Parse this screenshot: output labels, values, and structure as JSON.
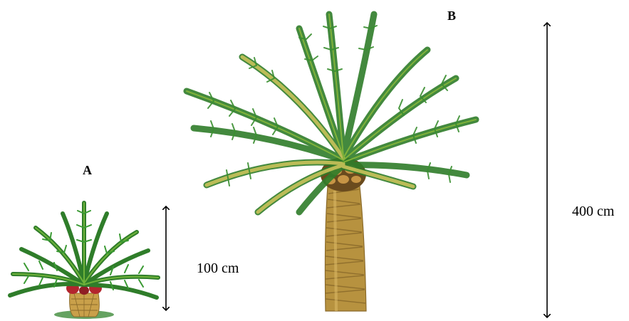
{
  "figure": {
    "plant_a": {
      "label": "A",
      "height_label": "100 cm"
    },
    "plant_b": {
      "label": "B",
      "height_label": "400 cm"
    }
  },
  "colors": {
    "frond_dark": "#2f7d2a",
    "frond_light": "#7fb23a",
    "frond_yellow": "#c9c25a",
    "trunk": "#b7923f",
    "trunk_dark": "#8a6a2a",
    "fruit": "#b3262e",
    "arrow": "#000000"
  }
}
